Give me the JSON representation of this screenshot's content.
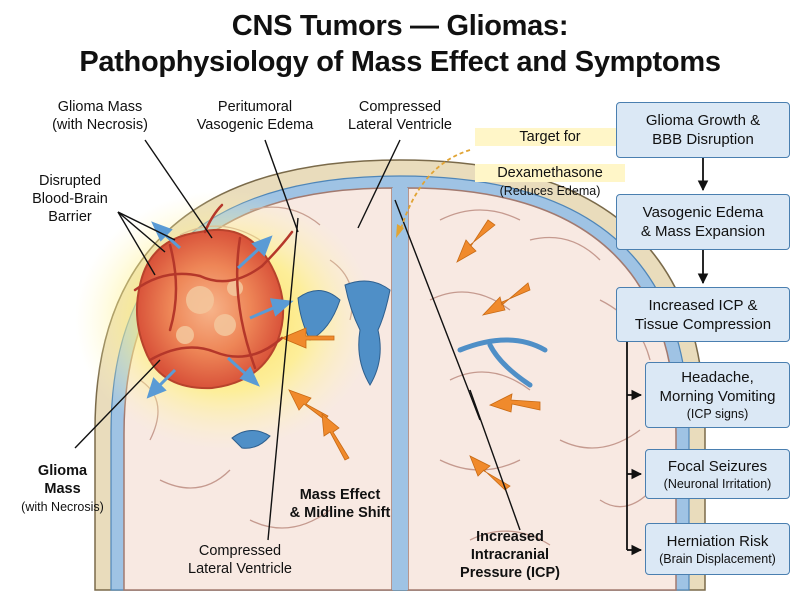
{
  "title": {
    "line1": "CNS Tumors — Gliomas:",
    "line2": "Pathophysiology of Mass Effect and Symptoms"
  },
  "labels": {
    "glioma_top": [
      "Glioma Mass",
      "(with Necrosis)"
    ],
    "edema": [
      "Peritumoral",
      "Vasogenic Edema"
    ],
    "ventricle_top": [
      "Compressed",
      "Lateral Ventricle"
    ],
    "dexa": [
      "Target for",
      "Dexamethasone",
      "(Reduces Edema)"
    ],
    "bbb": [
      "Disrupted",
      "Blood-Brain",
      "Barrier"
    ],
    "glioma_bottom": [
      "Glioma",
      "Mass",
      "(with Necrosis)"
    ],
    "mass_effect": [
      "Mass Effect",
      "& Midline Shift"
    ],
    "ventricle_bottom": [
      "Compressed",
      "Lateral Ventricle"
    ],
    "icp": [
      "Increased",
      "Intracranial",
      "Pressure (ICP)"
    ]
  },
  "flowchart": {
    "steps": [
      [
        "Glioma Growth &",
        "BBB Disruption"
      ],
      [
        "Vasogenic Edema",
        "& Mass Expansion"
      ],
      [
        "Increased ICP &",
        "Tissue Compression"
      ]
    ],
    "symptoms": [
      {
        "lines": [
          "Headache,",
          "Morning Vomiting"
        ],
        "sub": "(ICP signs)"
      },
      {
        "lines": [
          "Focal Seizures"
        ],
        "sub": "(Neuronal Irritation)"
      },
      {
        "lines": [
          "Herniation Risk"
        ],
        "sub": "(Brain Displacement)"
      }
    ]
  },
  "colors": {
    "skull": "#e9dcbc",
    "dura": "#9fc3e4",
    "brain": "#f8e9e2",
    "ventricle": "#4f8fc7",
    "tumor": "#e2653c",
    "edema": "#fff07a",
    "pressure_arrow": "#f08a2c",
    "edema_arrow": "#5a9bd5",
    "flow_box": "#dbe8f5"
  }
}
